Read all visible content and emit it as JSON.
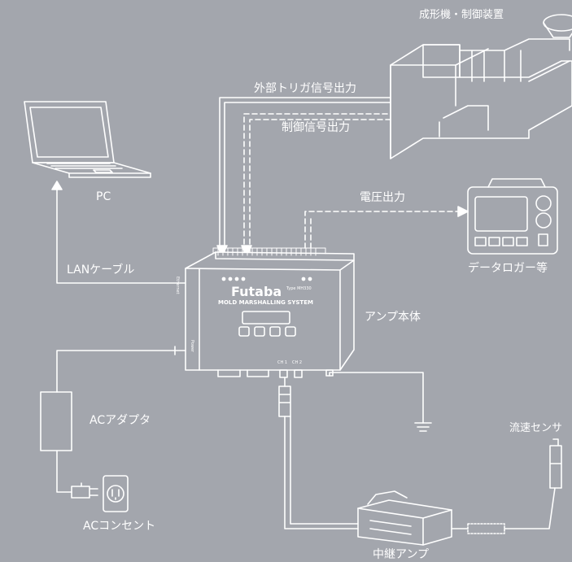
{
  "labels": {
    "machine": "成形機・制御装置",
    "ext_trigger": "外部トリガ信号出力",
    "control_signal": "制御信号出力",
    "pc": "PC",
    "voltage_out": "電圧出力",
    "data_logger": "データロガー等",
    "lan_cable": "LANケーブル",
    "amp_body": "アンプ本体",
    "ac_adapter": "ACアダプタ",
    "flow_sensor": "流速センサ",
    "ac_outlet": "ACコンセント",
    "relay_amp": "中継アンプ"
  },
  "device": {
    "brand": "Futaba",
    "product": "MOLD MARSHALLING SYSTEM",
    "type_label": "Type MH330",
    "port_ch1": "CH 1",
    "port_ch2": "CH 2",
    "side_ethernet": "Ethernet",
    "side_power": "Power"
  },
  "colors": {
    "background": "#a3a6ad",
    "line": "#ffffff",
    "device_fill": "#a3a6ad"
  }
}
